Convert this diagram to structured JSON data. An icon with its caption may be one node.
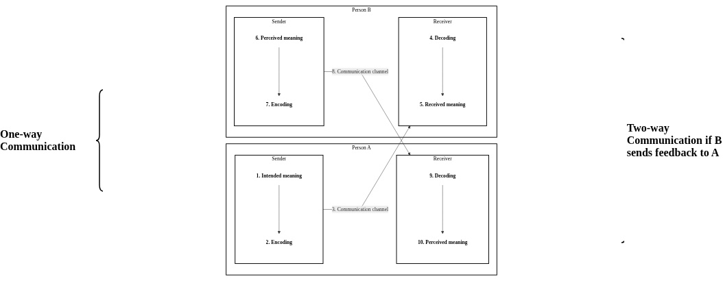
{
  "diagram": {
    "nodes": [
      {
        "text": [
          "Person A"
        ]
      },
      {
        "text": [
          "Sender"
        ],
        "in": 0
      },
      {
        "text": [
          "1. Intended meaning"
        ],
        "in": 1
      },
      {
        "text": [
          "2. Encoding"
        ],
        "in": 1
      },
      {
        "text": [
          "Receiver"
        ],
        "in": 0
      },
      {
        "text": [
          "10. Perceived meaning"
        ],
        "in": 4
      },
      {
        "text": [
          "9. Decoding"
        ],
        "in": 4
      },
      {
        "text": [
          "Person B"
        ]
      },
      {
        "text": [
          "Receiver"
        ],
        "in": 7
      },
      {
        "text": [
          "4. Decoding"
        ],
        "in": 8
      },
      {
        "text": [
          "5. Received meaning"
        ],
        "in": 8
      },
      {
        "text": [
          "Sender"
        ],
        "in": 7
      },
      {
        "text": [
          "6. Perceived meaning"
        ],
        "in": 11
      },
      {
        "text": [
          "7. Encoding"
        ],
        "in": 11
      }
    ],
    "edges": [
      {
        "from": 2,
        "to": 3,
        "arrow": "to"
      },
      {
        "from": 6,
        "to": 5,
        "arrow": "to"
      },
      {
        "from": 9,
        "to": 10,
        "arrow": "to"
      },
      {
        "from": 12,
        "to": 13,
        "arrow": "to"
      },
      {
        "from": 1,
        "to": 8,
        "arrow": "to",
        "label": "3. Communication channel"
      },
      {
        "from": 11,
        "to": 4,
        "arrow": "to",
        "label": "8. Communication channel"
      }
    ],
    "labels": [
      "One-way Communication",
      "Two-way Communication if B sends feedback to A"
    ]
  }
}
